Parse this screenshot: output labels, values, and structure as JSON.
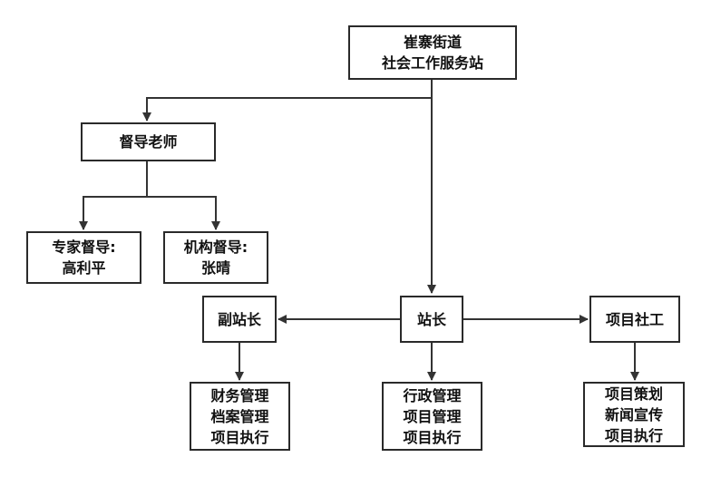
{
  "colors": {
    "line": "#333333",
    "border": "#2a2a2a",
    "text": "#111111",
    "background": "#ffffff"
  },
  "nodes": {
    "root": {
      "lines": [
        "崔寨街道",
        "社会工作服务站"
      ]
    },
    "supervisor": {
      "lines": [
        "督导老师"
      ]
    },
    "expert": {
      "lines": [
        "专家督导:",
        "高利平"
      ]
    },
    "agency": {
      "lines": [
        "机构督导:",
        "张晴"
      ]
    },
    "deputy": {
      "lines": [
        "副站长"
      ]
    },
    "director": {
      "lines": [
        "站长"
      ]
    },
    "project": {
      "lines": [
        "项目社工"
      ]
    },
    "deputy_duties": {
      "lines": [
        "财务管理",
        "档案管理",
        "项目执行"
      ]
    },
    "director_duties": {
      "lines": [
        "行政管理",
        "项目管理",
        "项目执行"
      ]
    },
    "project_duties": {
      "lines": [
        "项目策划",
        "新闻宣传",
        "项目执行"
      ]
    }
  }
}
